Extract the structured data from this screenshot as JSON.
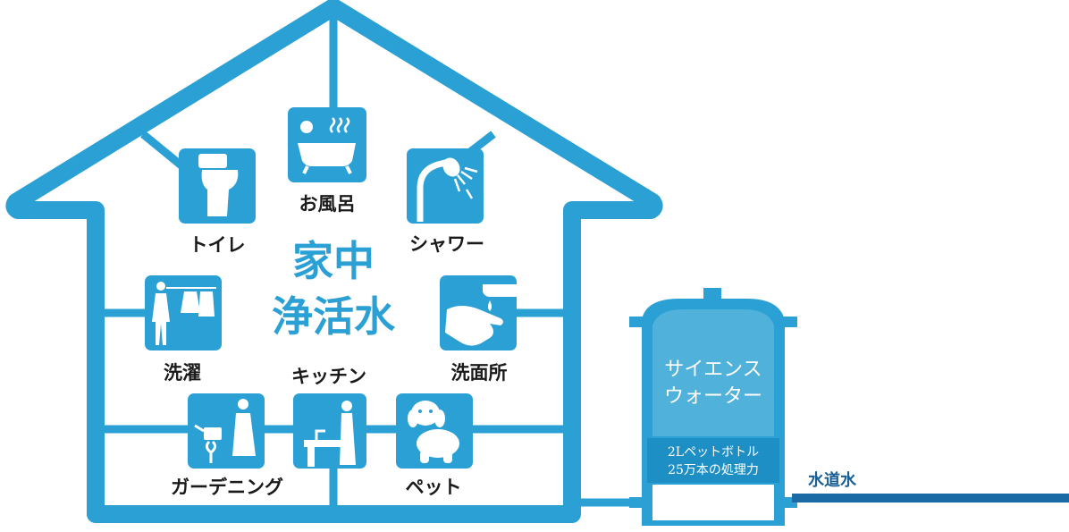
{
  "colors": {
    "house": "#2aa0d4",
    "tank_band": "#1e8fc4",
    "pipe": "#1a6aa5",
    "label": "#1a1a1a",
    "white": "#ffffff"
  },
  "center_title": {
    "line1": "家中",
    "line2": "浄活水"
  },
  "rooms": [
    {
      "label": "お風呂",
      "icon": "bathtub-icon"
    },
    {
      "label": "トイレ",
      "icon": "toilet-icon"
    },
    {
      "label": "シャワー",
      "icon": "shower-icon"
    },
    {
      "label": "洗濯",
      "icon": "laundry-icon"
    },
    {
      "label": "洗面所",
      "icon": "hand-wash-icon"
    },
    {
      "label": "キッチン",
      "icon": "kitchen-sink-icon"
    },
    {
      "label": "ガーデニング",
      "icon": "watering-can-icon"
    },
    {
      "label": "ペット",
      "icon": "dog-icon"
    }
  ],
  "tank": {
    "name_line1": "サイエンス",
    "name_line2": "ウォーター",
    "capacity_line1": "2Lペットボトル",
    "capacity_line2": "25万本の処理力"
  },
  "pipe_label": "水道水"
}
